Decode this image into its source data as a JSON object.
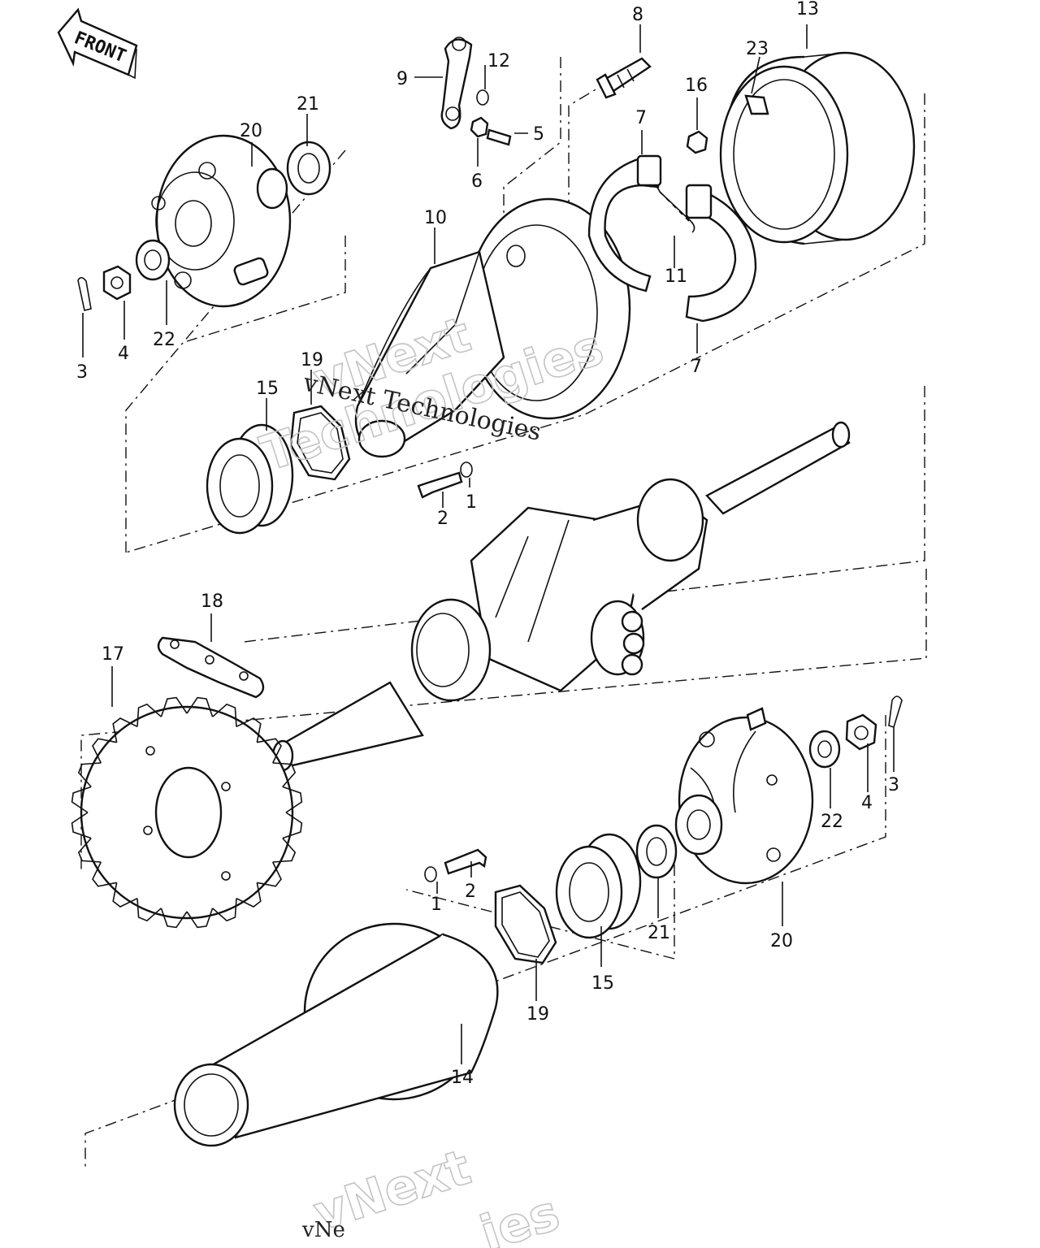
{
  "front_badge": "FRONT",
  "watermarks": {
    "company": "vNext Technologies",
    "brand_large": "vNext",
    "brand_word": "Technologies",
    "bottom_brand": "vNext",
    "bottom_partial_a": "vNe",
    "bottom_partial_b": "ies"
  },
  "callouts": [
    {
      "id": "c8",
      "text": "8"
    },
    {
      "id": "c13",
      "text": "13"
    },
    {
      "id": "c12",
      "text": "12"
    },
    {
      "id": "c9",
      "text": "9"
    },
    {
      "id": "c23",
      "text": "23"
    },
    {
      "id": "c16",
      "text": "16"
    },
    {
      "id": "c5",
      "text": "5"
    },
    {
      "id": "c6",
      "text": "6"
    },
    {
      "id": "c7a",
      "text": "7"
    },
    {
      "id": "c21a",
      "text": "21"
    },
    {
      "id": "c20a",
      "text": "20"
    },
    {
      "id": "c10",
      "text": "10"
    },
    {
      "id": "c11",
      "text": "11"
    },
    {
      "id": "c7b",
      "text": "7"
    },
    {
      "id": "c3a",
      "text": "3"
    },
    {
      "id": "c4a",
      "text": "4"
    },
    {
      "id": "c22a",
      "text": "22"
    },
    {
      "id": "c19a",
      "text": "19"
    },
    {
      "id": "c15a",
      "text": "15"
    },
    {
      "id": "c2a",
      "text": "2"
    },
    {
      "id": "c1a",
      "text": "1"
    },
    {
      "id": "c18",
      "text": "18"
    },
    {
      "id": "c17",
      "text": "17"
    },
    {
      "id": "c3b",
      "text": "3"
    },
    {
      "id": "c4b",
      "text": "4"
    },
    {
      "id": "c22b",
      "text": "22"
    },
    {
      "id": "c2b",
      "text": "2"
    },
    {
      "id": "c1b",
      "text": "1"
    },
    {
      "id": "c21b",
      "text": "21"
    },
    {
      "id": "c20b",
      "text": "20"
    },
    {
      "id": "c15b",
      "text": "15"
    },
    {
      "id": "c19b",
      "text": "19"
    },
    {
      "id": "c14",
      "text": "14"
    }
  ]
}
